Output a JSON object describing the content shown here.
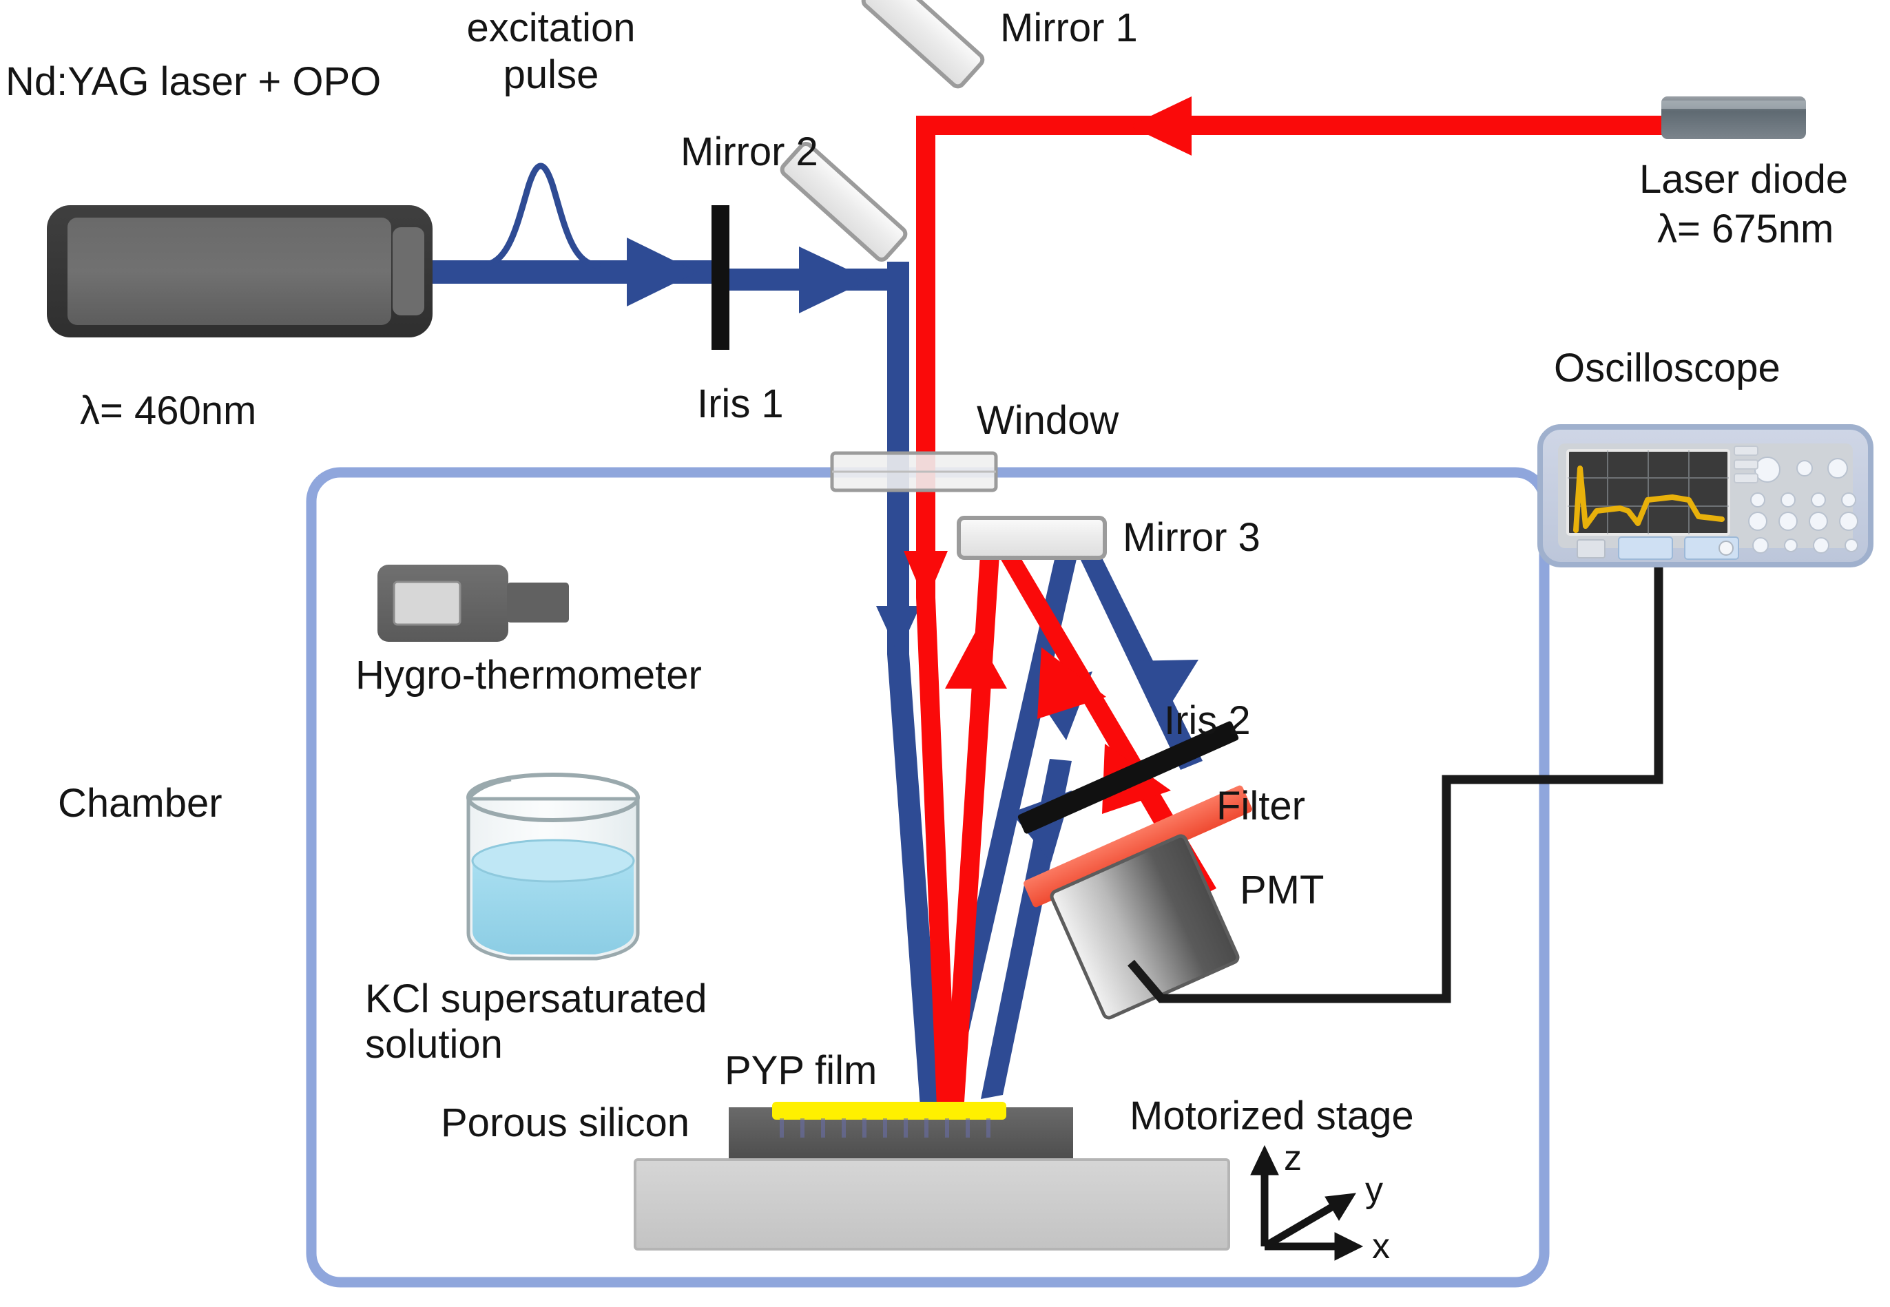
{
  "figure": {
    "kind": "optical-setup-schematic",
    "background": "#ffffff"
  },
  "colors": {
    "excitation_beam_blue": "#2E4B94",
    "probe_beam_red": "#FA0A0A",
    "chamber_border": "#8FA6DC",
    "mirror_body": "#EDEDED",
    "mirror_edge": "#9B9B9B",
    "iris_black": "#111111",
    "filter_red": "#F4573F",
    "pyp_film_yellow": "#FFF000",
    "porous_silicon_gray": "#606060",
    "stage_gray": "#CFCFCF",
    "cable_black": "#1A1A1A",
    "scope_trace_yellow": "#E8B10B",
    "scope_screen": "#3A3A3A",
    "beaker_liquid": "#9BD7EC",
    "device_body_dark": "#5E5E5E"
  },
  "labels": {
    "laser_source": "Nd:YAG laser + OPO",
    "laser_source_wavelength": "λ= 460nm",
    "excitation_pulse_line1": "excitation",
    "excitation_pulse_line2": "pulse",
    "mirror2": "Mirror 2",
    "mirror1": "Mirror 1",
    "iris1": "Iris 1",
    "window": "Window",
    "mirror3": "Mirror 3",
    "laser_diode": "Laser diode",
    "laser_diode_wavelength": "λ= 675nm",
    "oscilloscope": "Oscilloscope",
    "chamber": "Chamber",
    "hygrothermometer": "Hygro-thermometer",
    "kcl_line1": "KCl supersaturated",
    "kcl_line2": "solution",
    "iris2": "Iris 2",
    "filter": "Filter",
    "pmt": "PMT",
    "pyp_film": "PYP film",
    "porous_silicon": "Porous silicon",
    "motorized_stage": "Motorized stage",
    "axis_z": "z",
    "axis_y": "y",
    "axis_x": "x"
  },
  "components": [
    {
      "id": "nd-yag-laser",
      "name": "Nd:YAG laser + OPO",
      "type": "source",
      "beam": "excitation_blue"
    },
    {
      "id": "iris-1",
      "name": "Iris 1",
      "type": "aperture"
    },
    {
      "id": "mirror-2",
      "name": "Mirror 2",
      "type": "mirror"
    },
    {
      "id": "mirror-1",
      "name": "Mirror 1",
      "type": "mirror"
    },
    {
      "id": "laser-diode",
      "name": "Laser diode",
      "type": "source",
      "beam": "probe_red"
    },
    {
      "id": "window",
      "name": "Window",
      "type": "optical-window"
    },
    {
      "id": "mirror-3",
      "name": "Mirror 3",
      "type": "mirror"
    },
    {
      "id": "iris-2",
      "name": "Iris 2",
      "type": "aperture"
    },
    {
      "id": "filter",
      "name": "Filter",
      "type": "optical-filter"
    },
    {
      "id": "pmt",
      "name": "PMT",
      "type": "detector"
    },
    {
      "id": "oscilloscope",
      "name": "Oscilloscope",
      "type": "instrument"
    },
    {
      "id": "hygro-thermometer",
      "name": "Hygro-thermometer",
      "type": "sensor"
    },
    {
      "id": "kcl-beaker",
      "name": "KCl supersaturated solution",
      "type": "beaker"
    },
    {
      "id": "pyp-film",
      "name": "PYP film",
      "type": "sample"
    },
    {
      "id": "porous-silicon",
      "name": "Porous silicon",
      "type": "substrate"
    },
    {
      "id": "motorized-stage",
      "name": "Motorized stage",
      "type": "stage"
    },
    {
      "id": "chamber",
      "name": "Chamber",
      "type": "enclosure"
    }
  ],
  "axes": {
    "z": "z",
    "y": "y",
    "x": "x"
  }
}
